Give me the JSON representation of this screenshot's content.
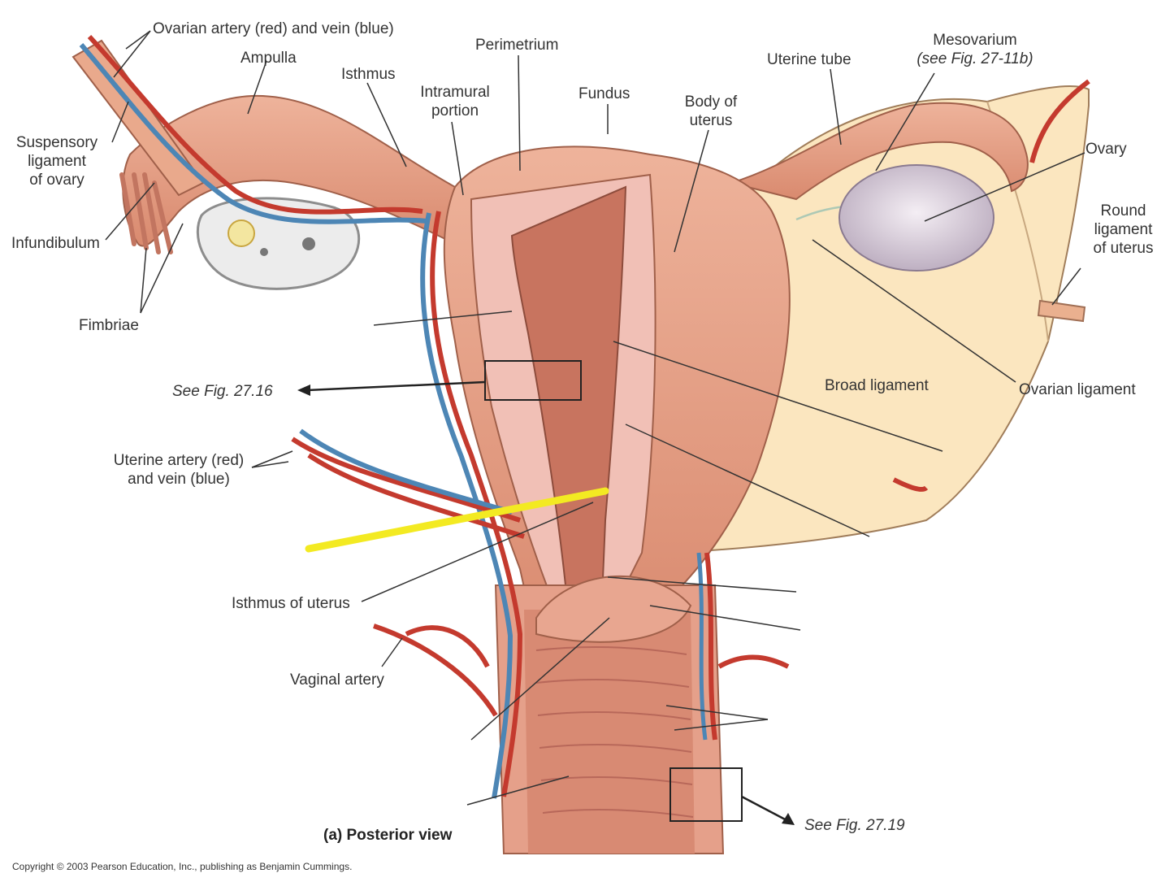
{
  "view_title": "(a) Posterior view",
  "copyright": "Copyright © 2003 Pearson Education, Inc., publishing as Benjamin Cummings.",
  "labels": {
    "ovarian_vessels": "Ovarian artery (red) and vein (blue)",
    "ampulla": "Ampulla",
    "isthmus": "Isthmus",
    "intramural_1": "Intramural",
    "intramural_2": "portion",
    "perimetrium": "Perimetrium",
    "fundus": "Fundus",
    "body_1": "Body of",
    "body_2": "uterus",
    "uterine_tube": "Uterine tube",
    "mesovarium": "Mesovarium",
    "mesovarium_ref": "(see Fig. 27-11b)",
    "ovary": "Ovary",
    "round_1": "Round",
    "round_2": "ligament",
    "round_3": "of uterus",
    "suspensory_1": "Suspensory",
    "suspensory_2": "ligament",
    "suspensory_3": "of ovary",
    "infundibulum": "Infundibulum",
    "fimbriae": "Fimbriae",
    "see_fig_16": "See Fig. 27.16",
    "broad_ligament": "Broad ligament",
    "ovarian_ligament": "Ovarian ligament",
    "uterine_vessels_1": "Uterine artery (red)",
    "uterine_vessels_2": "and vein (blue)",
    "isthmus_of_uterus": "Isthmus of uterus",
    "vaginal_artery": "Vaginal artery",
    "see_fig_19": "See Fig. 27.19"
  },
  "colors": {
    "tissue": "#e49c82",
    "tissue_dark": "#c8705a",
    "cavity": "#c8745f",
    "wall": "#f1c0b6",
    "ligament": "#fbe6bf",
    "artery": "#c43a2e",
    "vein": "#4d86b5",
    "highlight": "#f3ea22"
  }
}
